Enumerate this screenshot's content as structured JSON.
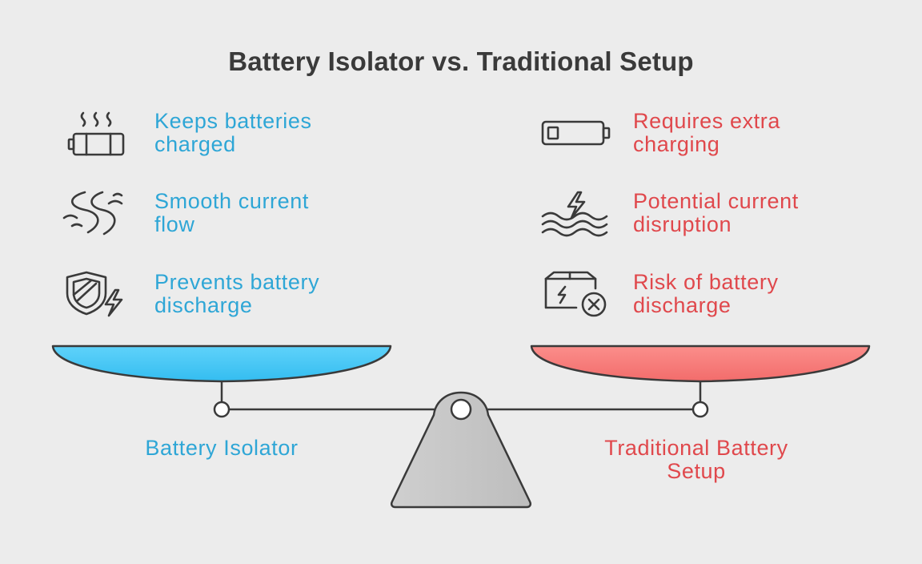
{
  "title": "Battery Isolator vs. Traditional Setup",
  "left": {
    "label": "Battery Isolator",
    "color": "#2ea6d6",
    "pan_color": "#4cc9f5",
    "items": [
      {
        "icon": "warm-battery-icon",
        "line1": "Keeps batteries",
        "line2": "charged"
      },
      {
        "icon": "river-flow-icon",
        "line1": "Smooth current",
        "line2": "flow"
      },
      {
        "icon": "shield-lightning-icon",
        "line1": "Prevents battery",
        "line2": "discharge"
      }
    ]
  },
  "right": {
    "label_line1": "Traditional Battery",
    "label_line2": "Setup",
    "color": "#e0484c",
    "pan_color": "#f77a78",
    "items": [
      {
        "icon": "low-battery-icon",
        "line1": "Requires extra",
        "line2": "charging"
      },
      {
        "icon": "lightning-waves-icon",
        "line1": "Potential current",
        "line2": "disruption"
      },
      {
        "icon": "broken-battery-icon",
        "line1": "Risk of battery",
        "line2": "discharge"
      }
    ]
  }
}
